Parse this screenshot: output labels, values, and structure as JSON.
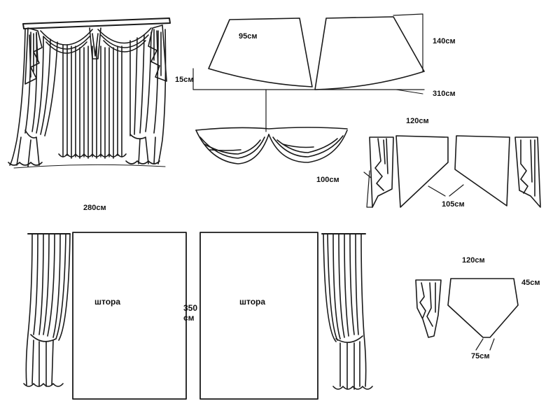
{
  "labels": {
    "swag_width": "95см",
    "swag_height": "140см",
    "swag_drop": "15см",
    "swag_total": "310см",
    "jabot_width": "120см",
    "jabot_length": "100см",
    "jabot_point": "105см",
    "curtain_total_width": "280см",
    "curtain_height_num": "350",
    "curtain_height_unit": "см",
    "panel_left": "штора",
    "panel_right": "штора",
    "small_width": "120см",
    "small_height": "45см",
    "small_point": "75см"
  },
  "colors": {
    "ink": "#1a1a1a",
    "background": "#ffffff"
  }
}
